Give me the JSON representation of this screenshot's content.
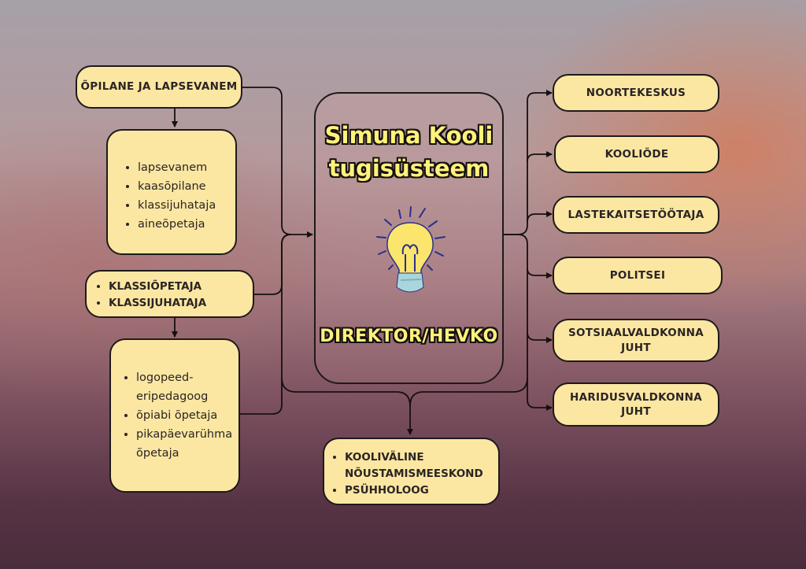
{
  "center": {
    "title_line1": "Simuna Kooli",
    "title_line2": "tugisüsteem",
    "label": "DIREKTOR/HEVKO",
    "icon": "lightbulb-icon"
  },
  "left": {
    "group1_header": "ÕPILANE JA LAPSEVANEM",
    "group1_list": [
      "lapsevanem",
      "kaasõpilane",
      "klassijuhataja",
      "aineõpetaja"
    ],
    "group2_header": [
      "KLASSIÕPETAJA",
      "KLASSIJUHATAJA"
    ],
    "group2_list": [
      "logopeed-eripedagoog",
      "õpiabi õpetaja",
      "pikapäevarühma õpetaja"
    ]
  },
  "right": {
    "items": [
      "NOORTEKESKUS",
      "KOOLIÕDE",
      "LASTEKAITSETÖÖTAJA",
      "POLITSEI",
      "SOTSIAALVALDKONNA JUHT",
      "HARIDUSVALDKONNA JUHT"
    ]
  },
  "bottom": {
    "items": [
      "KOOLIVÄLINE NÕUSTAMISMEESKOND",
      "PSÜHHOLOOG"
    ]
  },
  "colors": {
    "box_fill": "#fbe7a2",
    "title_fill": "#fff27a",
    "outline": "#1e1a1a"
  }
}
